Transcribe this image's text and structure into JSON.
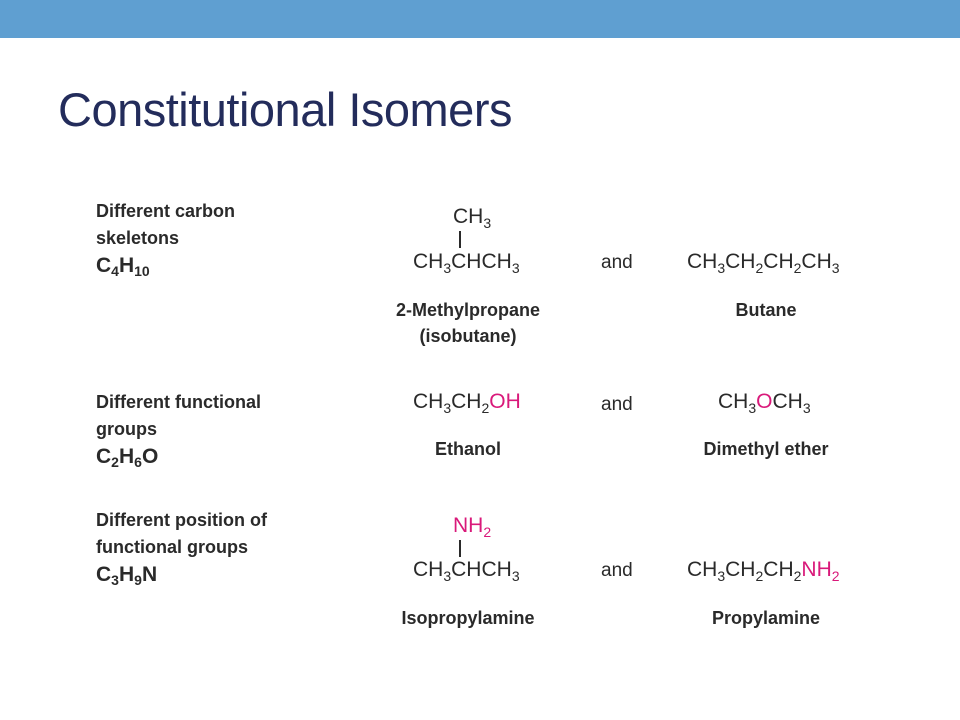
{
  "slide": {
    "title": "Constitutional Isomers"
  },
  "rows": [
    {
      "description": [
        "Different carbon",
        "skeletons"
      ],
      "formula": {
        "a": "C",
        "a_sub": "4",
        "b": "H",
        "b_sub": "10",
        "c": "",
        "c_sub": "",
        "d": ""
      },
      "left_compound": {
        "top": {
          "text": "CH",
          "sub": "3"
        },
        "main": [
          [
            "CH",
            "3"
          ],
          [
            "CHCH",
            "3"
          ]
        ],
        "name": [
          "2-Methylpropane",
          "(isobutane)"
        ]
      },
      "connector": "and",
      "right_compound": {
        "main": [
          [
            "CH",
            "3"
          ],
          [
            "CH",
            "2"
          ],
          [
            "CH",
            "2"
          ],
          [
            "CH",
            "3"
          ]
        ],
        "name": [
          "Butane"
        ]
      }
    },
    {
      "description": [
        "Different functional",
        "groups"
      ],
      "formula": {
        "a": "C",
        "a_sub": "2",
        "b": "H",
        "b_sub": "6",
        "c": "O"
      },
      "left_compound": {
        "main": [
          [
            "CH",
            "3"
          ],
          [
            "CH",
            "2"
          ]
        ],
        "highlight": "OH",
        "name": [
          "Ethanol"
        ]
      },
      "connector": "and",
      "right_compound": {
        "pre": [
          "CH",
          "3"
        ],
        "highlight": "O",
        "post": [
          "CH",
          "3"
        ],
        "name": [
          "Dimethyl ether"
        ]
      }
    },
    {
      "description": [
        "Different position of",
        "functional groups"
      ],
      "formula": {
        "a": "C",
        "a_sub": "3",
        "b": "H",
        "b_sub": "9",
        "c": "N"
      },
      "left_compound": {
        "top": {
          "text": "NH",
          "sub": "2"
        },
        "main": [
          [
            "CH",
            "3"
          ],
          [
            "CHCH",
            "3"
          ]
        ],
        "name": [
          "Isopropylamine"
        ]
      },
      "connector": "and",
      "right_compound": {
        "main": [
          [
            "CH",
            "3"
          ],
          [
            "CH",
            "2"
          ],
          [
            "CH",
            "2"
          ]
        ],
        "highlight": "NH",
        "highlight_sub": "2",
        "name": [
          "Propylamine"
        ]
      }
    }
  ],
  "colors": {
    "top_bar": "#5f9fd1",
    "title": "#232c5b",
    "highlight": "#d9197a",
    "text": "#2a2a2a"
  }
}
